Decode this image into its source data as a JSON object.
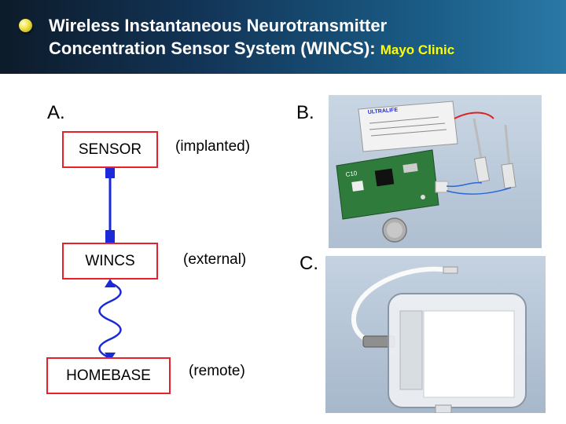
{
  "header": {
    "title_line1": "Wireless Instantaneous Neurotransmitter",
    "title_line2": "Concentration Sensor System (WINCS):",
    "title_source": "Mayo Clinic"
  },
  "diagram": {
    "panel_a_label": "A.",
    "panel_b_label": "B.",
    "panel_c_label": "C.",
    "sensor_label": "SENSOR",
    "sensor_note": "(implanted)",
    "wincs_label": "WINCS",
    "wincs_note": "(external)",
    "homebase_label": "HOMEBASE",
    "homebase_note": "(remote)"
  },
  "photos": {
    "b_battery_text": "ULTRALIFE",
    "b_chip_label": "C10"
  },
  "colors": {
    "header_dark": "#0d1b2a",
    "header_light": "#2a78a6",
    "title_text": "#ffffff",
    "source_text": "#ffff00",
    "box_border": "#e8202a",
    "connector": "#1a2ad8",
    "photo_bg": "#bcc9d8"
  }
}
